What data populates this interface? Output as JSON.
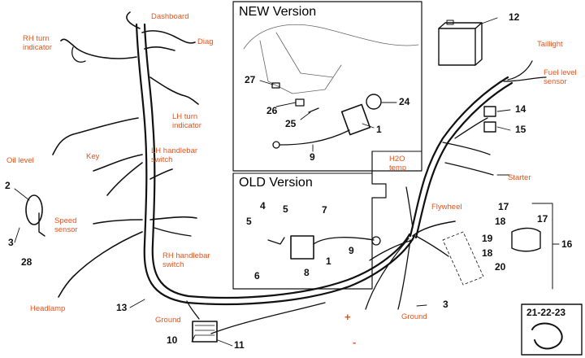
{
  "labels": {
    "dashboard": "Dashboard",
    "diag": "Diag",
    "rh_turn": "RH turn\nindicator",
    "lh_turn": "LH turn\nindicator",
    "oil_level": "Oil level",
    "key": "Key",
    "lh_handlebar": "LH handlebar\nswitch",
    "speed_sensor": "Speed\nsensor",
    "rh_handlebar": "RH handlebar\nswitch",
    "headlamp": "Headlamp",
    "ground_left": "Ground",
    "taillight": "Taillight",
    "fuel_level": "Fuel level\nsensor",
    "starter": "Starter",
    "h2o_temp": "H2O\ntemp",
    "flywheel": "Flywheel",
    "ground_right": "Ground",
    "plus": "+",
    "minus": "-"
  },
  "boxes": {
    "new_version": "NEW Version",
    "old_version": "OLD Version",
    "kit_label": "21-22-23"
  },
  "numbers": {
    "n1_new": "1",
    "n9_new": "9",
    "n24": "24",
    "n25": "25",
    "n26": "26",
    "n27": "27",
    "n1_old": "1",
    "n4": "4",
    "n5a": "5",
    "n5b": "5",
    "n6": "6",
    "n7": "7",
    "n8": "8",
    "n9_old": "9",
    "n2": "2",
    "n3_left": "3",
    "n28": "28",
    "n13": "13",
    "n10": "10",
    "n11": "11",
    "n12": "12",
    "n14": "14",
    "n15": "15",
    "n16": "16",
    "n17a": "17",
    "n17b": "17",
    "n18a": "18",
    "n18b": "18",
    "n19": "19",
    "n20": "20",
    "n3_right": "3"
  },
  "colors": {
    "label": "#e8531c",
    "ink": "#111111"
  }
}
